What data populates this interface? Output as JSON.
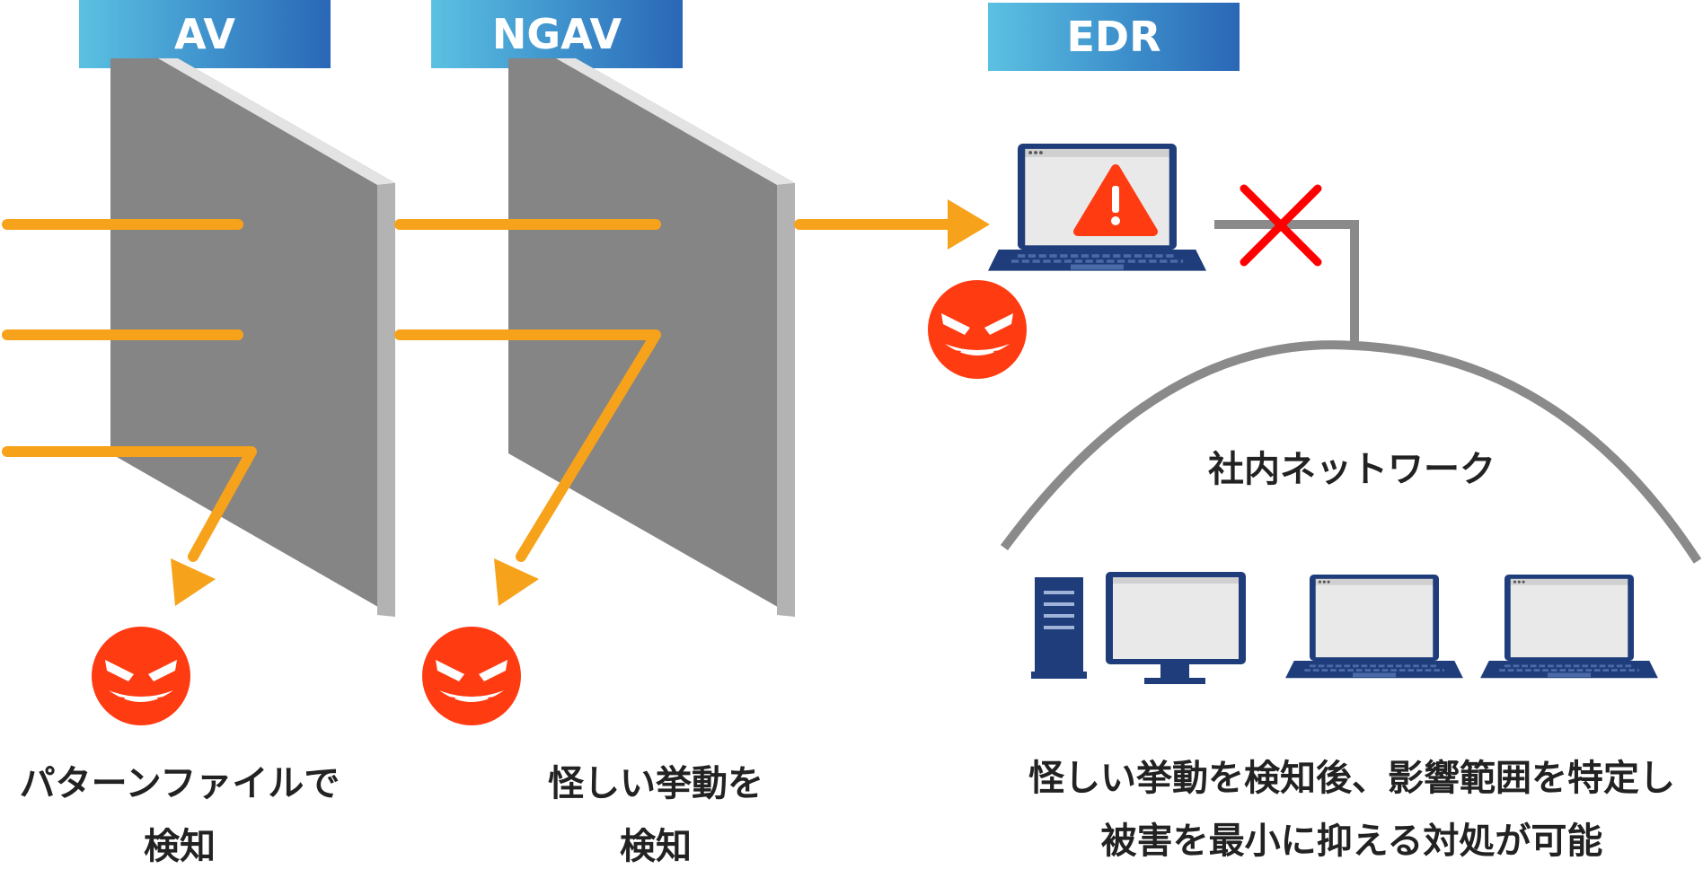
{
  "labels": {
    "av": "AV",
    "ngav": "NGAV",
    "edr": "EDR"
  },
  "network_title": "社内ネットワーク",
  "captions": {
    "av": [
      "パターンファイルで",
      "検知"
    ],
    "ngav": [
      "怪しい挙動を",
      "検知"
    ],
    "edr": [
      "怪しい挙動を検知後、影響範囲を特定し",
      "被害を最小に抑える対処が可能"
    ]
  },
  "colors": {
    "arrow": "#f7a21b",
    "wall_front": "#858585",
    "wall_side": "#b3b3b3",
    "wall_top": "#e3e3e3",
    "threat": "#ff3b12",
    "device_navy": "#1f3d7a",
    "cross": "#ff0000",
    "network_line": "#8a8a8a"
  },
  "icons": [
    "threat-face-icon",
    "warning-icon",
    "laptop-icon",
    "desktop-icon",
    "server-icon",
    "cross-icon"
  ]
}
